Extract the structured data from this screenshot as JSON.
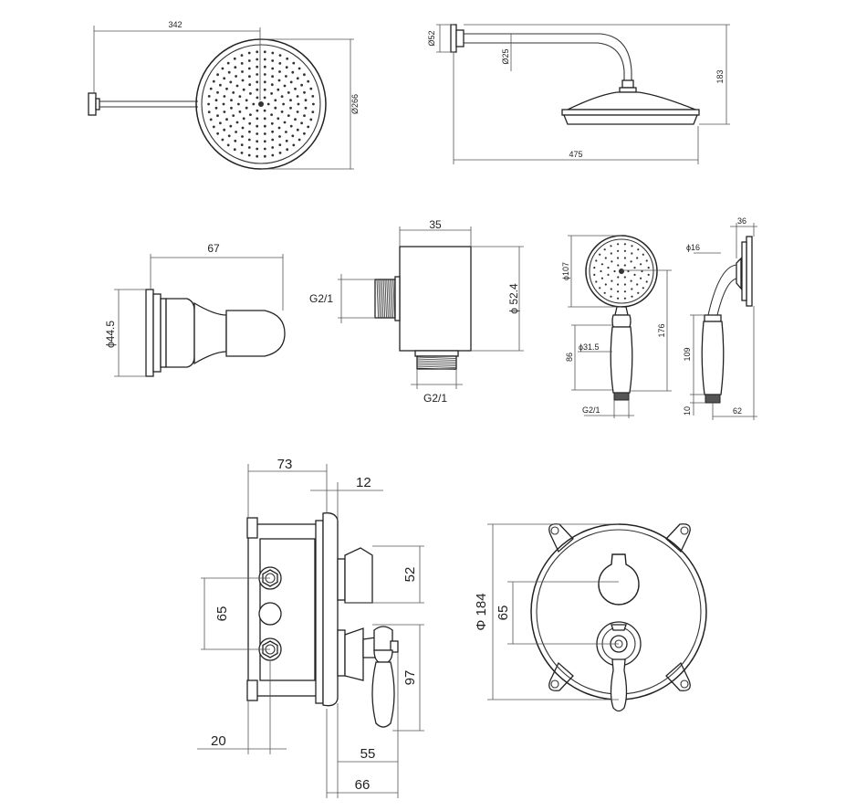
{
  "labels": {
    "head_top_width": "342",
    "head_top_diameter": "Ø266",
    "head_side_d52": "Ø52",
    "head_side_d25": "Ø25",
    "head_side_height": "183",
    "head_side_length": "475",
    "knob_width": "67",
    "knob_diameter": "ϕ44.5",
    "outlet_width": "35",
    "outlet_diameter": "ϕ 52.4",
    "outlet_thread_left": "G2/1",
    "outlet_thread_bottom": "G2/1",
    "hand_head_diameter": "ϕ107",
    "hand_handle_diameter": "ϕ31.5",
    "hand_handle_length": "86",
    "hand_total_length": "176",
    "hand_thread": "G2/1",
    "hand_side_top": "36",
    "hand_side_d16": "ϕ16",
    "hand_side_109": "109",
    "hand_side_10": "10",
    "hand_side_62": "62",
    "valve_side_73": "73",
    "valve_side_12": "12",
    "valve_side_52": "52",
    "valve_side_65": "65",
    "valve_side_97": "97",
    "valve_side_20": "20",
    "valve_side_55": "55",
    "valve_side_66": "66",
    "valve_front_diameter": "Φ 184",
    "valve_front_65": "65"
  }
}
